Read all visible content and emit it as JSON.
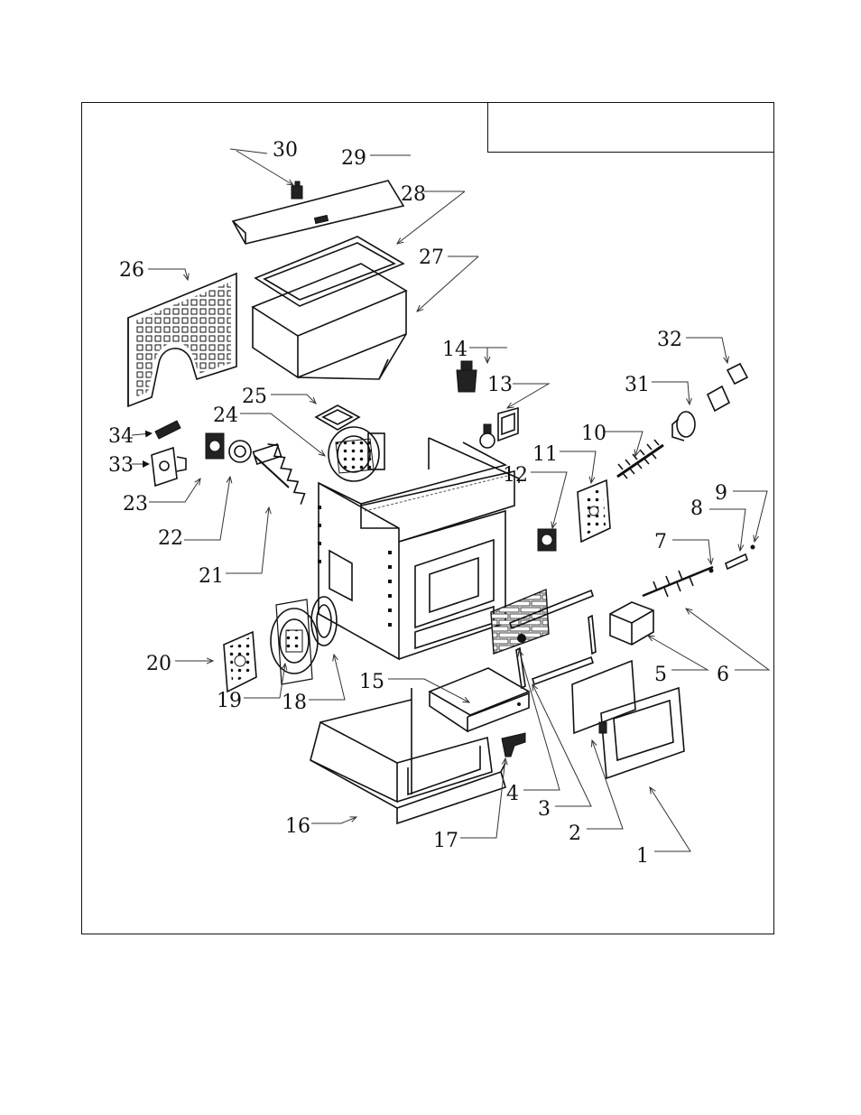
{
  "title_box": "",
  "labels": [
    "1",
    "2",
    "3",
    "4",
    "5",
    "6",
    "7",
    "8",
    "9",
    "10",
    "11",
    "12",
    "13",
    "14",
    "15",
    "16",
    "17",
    "18",
    "19",
    "20",
    "21",
    "22",
    "23",
    "24",
    "25",
    "26",
    "27",
    "28",
    "29",
    "30",
    "31",
    "32",
    "33",
    "34"
  ]
}
